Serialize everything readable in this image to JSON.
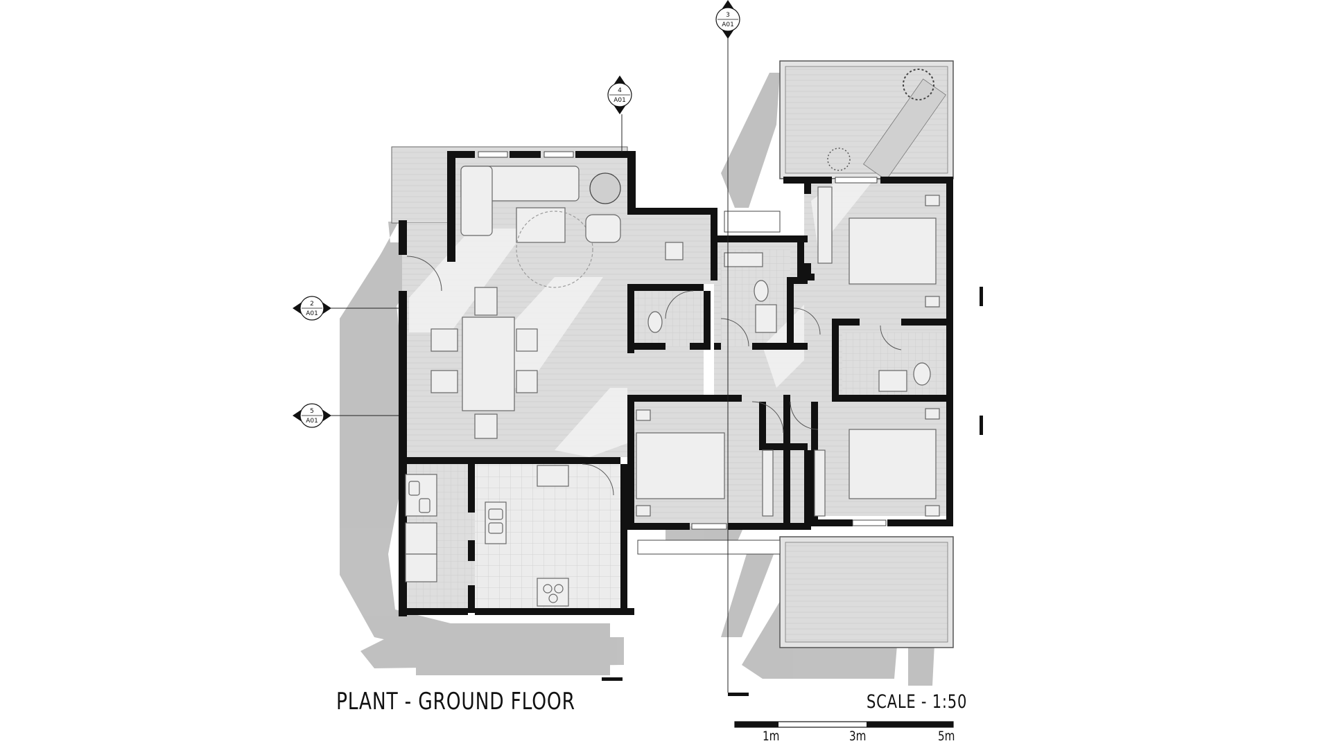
{
  "titles": {
    "plan": "PLANT - GROUND FLOOR",
    "scale": "SCALE - 1:50"
  },
  "scale_bar": {
    "labels": [
      "1m",
      "3m",
      "5m"
    ]
  },
  "section_markers": [
    {
      "id": "2",
      "sheet": "A01"
    },
    {
      "id": "3",
      "sheet": "A01"
    },
    {
      "id": "4",
      "sheet": "A01"
    },
    {
      "id": "5",
      "sheet": "A01"
    }
  ],
  "colors": {
    "wall": "#111111",
    "floor": "#dadada",
    "floor_light": "#ececec",
    "shadow": "#b4b4b4",
    "background": "#ffffff"
  }
}
